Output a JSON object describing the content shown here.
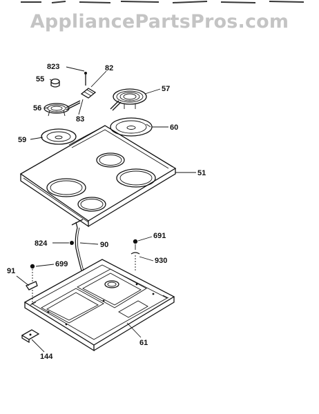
{
  "watermark": "AppliancePartsPros.com",
  "labels": {
    "p823": "823",
    "p82": "82",
    "p55": "55",
    "p57": "57",
    "p56": "56",
    "p83": "83",
    "p60": "60",
    "p59": "59",
    "p51": "51",
    "p824": "824",
    "p90": "90",
    "p691": "691",
    "p930": "930",
    "p91": "91",
    "p699": "699",
    "p61": "61",
    "p144": "144"
  }
}
